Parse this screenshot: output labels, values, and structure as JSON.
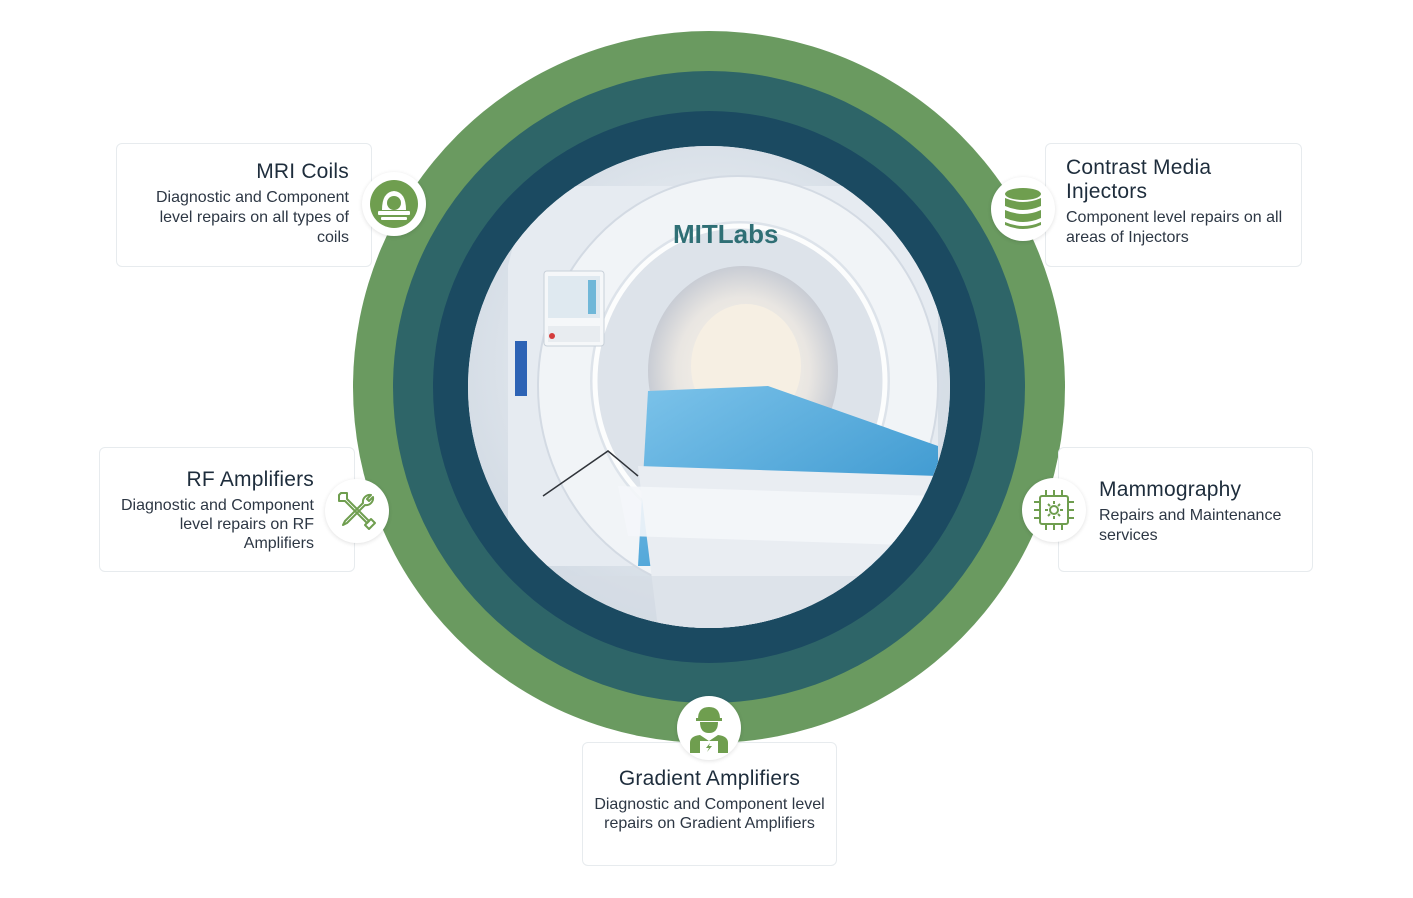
{
  "center": {
    "brand_logo": "MITLabs",
    "image": "mri-scanner-photo"
  },
  "services": [
    {
      "id": "mri-coils",
      "title": "MRI Coils",
      "description": "Diagnostic and Component level repairs on all types of coils",
      "icon": "mri-coil-icon"
    },
    {
      "id": "contrast-media-injectors",
      "title": "Contrast Media Injectors",
      "description": "Component level repairs on all areas of Injectors",
      "icon": "database-icon"
    },
    {
      "id": "rf-amplifiers",
      "title": "RF Amplifiers",
      "description": "Diagnostic and Component level repairs on RF Amplifiers",
      "icon": "tools-icon"
    },
    {
      "id": "mammography",
      "title": "Mammography",
      "description": "Repairs and Maintenance services",
      "icon": "chip-gear-icon"
    },
    {
      "id": "gradient-amplifiers",
      "title": "Gradient Amplifiers",
      "description": "Diagnostic and Component level repairs on Gradient Amplifiers",
      "icon": "technician-icon"
    }
  ],
  "colors": {
    "outer_ring": "#6a9a60",
    "middle_ring": "#2e6568",
    "inner_ring": "#1b4a61",
    "icon_green": "#6f9e4f",
    "title_text": "#1e2d3c"
  }
}
